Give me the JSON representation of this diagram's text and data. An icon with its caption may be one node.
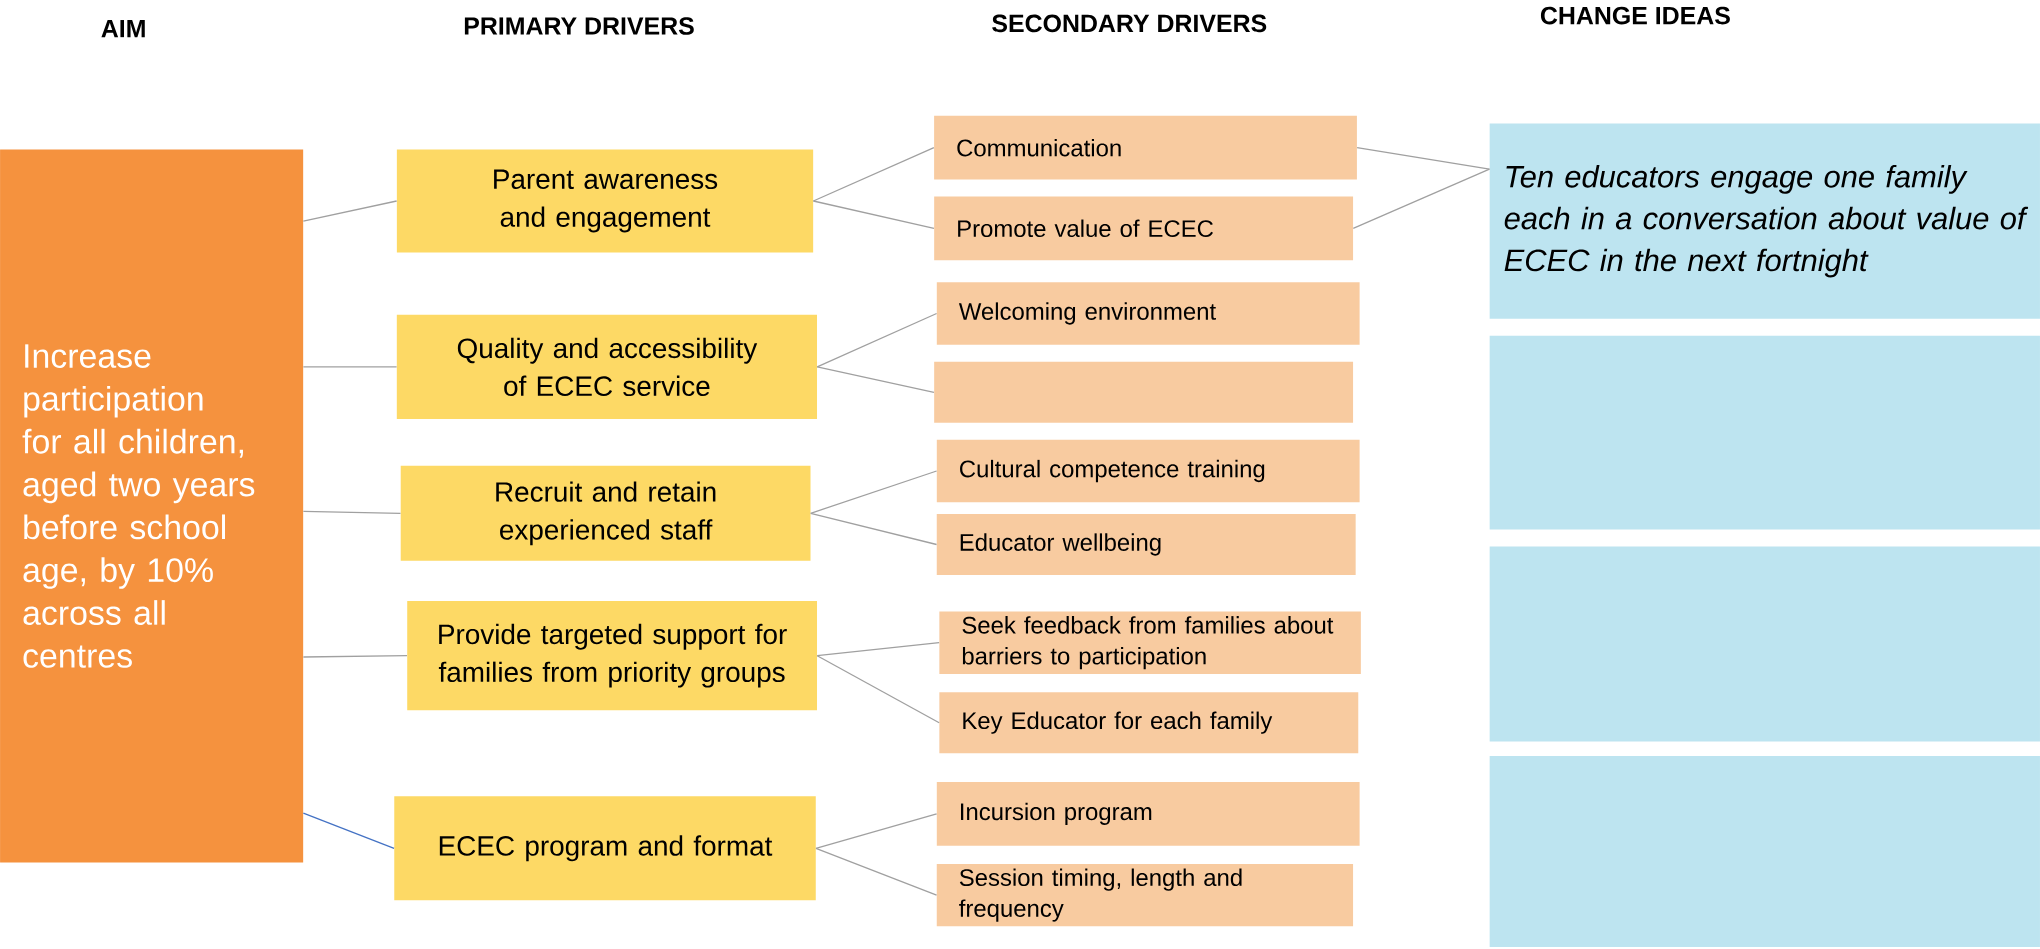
{
  "diagram": {
    "nodes": [
      {
        "text": [
          "Increase participation for all children, aged two years before school age, by 10% across all centres"
        ]
      },
      {
        "text": [
          "Parent awareness and engagement"
        ]
      },
      {
        "text": [
          "Quality and accessibility of ECEC service"
        ]
      },
      {
        "text": [
          "Recruit and retain experienced staff"
        ]
      },
      {
        "text": [
          "Provide targeted support for families from priority groups"
        ]
      },
      {
        "text": [
          "ECEC program and format"
        ]
      },
      {
        "text": [
          "Communication"
        ]
      },
      {
        "text": [
          "Promote value of ECEC"
        ]
      },
      {
        "text": [
          "Welcoming environment"
        ]
      },
      {
        "text": [],
        "shape": "box"
      },
      {
        "text": [
          "Cultural competence training"
        ]
      },
      {
        "text": [
          "Educator wellbeing"
        ]
      },
      {
        "text": [
          "Seek feedback from families about barriers to participation"
        ]
      },
      {
        "text": [
          "Key Educator for each family"
        ]
      },
      {
        "text": [
          "Incursion program"
        ]
      },
      {
        "text": [
          "Session timing, length and frequency"
        ]
      },
      {
        "text": [
          "Ten educators engage one family each in a conversation about value of ECEC in the next fortnight"
        ]
      },
      {
        "text": [],
        "shape": "box"
      },
      {
        "text": [],
        "shape": "box"
      },
      {
        "text": [],
        "shape": "box"
      }
    ],
    "edges": [
      {
        "from": 0,
        "to": 1,
        "arrow": "none"
      },
      {
        "from": 0,
        "to": 2,
        "arrow": "none"
      },
      {
        "from": 0,
        "to": 3,
        "arrow": "none"
      },
      {
        "from": 0,
        "to": 4,
        "arrow": "none"
      },
      {
        "from": 0,
        "to": 5,
        "arrow": "none",
        "color": "#4472c4"
      },
      {
        "from": 1,
        "to": 6,
        "arrow": "none"
      },
      {
        "from": 1,
        "to": 7,
        "arrow": "none"
      },
      {
        "from": 2,
        "to": 8,
        "arrow": "none"
      },
      {
        "from": 2,
        "to": 9,
        "arrow": "none"
      },
      {
        "from": 3,
        "to": 10,
        "arrow": "none"
      },
      {
        "from": 3,
        "to": 11,
        "arrow": "none"
      },
      {
        "from": 4,
        "to": 12,
        "arrow": "none"
      },
      {
        "from": 4,
        "to": 13,
        "arrow": "none"
      },
      {
        "from": 5,
        "to": 14,
        "arrow": "none"
      },
      {
        "from": 5,
        "to": 15,
        "arrow": "none"
      },
      {
        "from": 6,
        "to": 16,
        "arrow": "none"
      },
      {
        "from": 7,
        "to": 16,
        "arrow": "none"
      }
    ],
    "labels": [
      "AIM",
      "PRIMARY DRIVERS",
      "SECONDARY DRIVERS",
      "CHANGE IDEAS"
    ]
  }
}
